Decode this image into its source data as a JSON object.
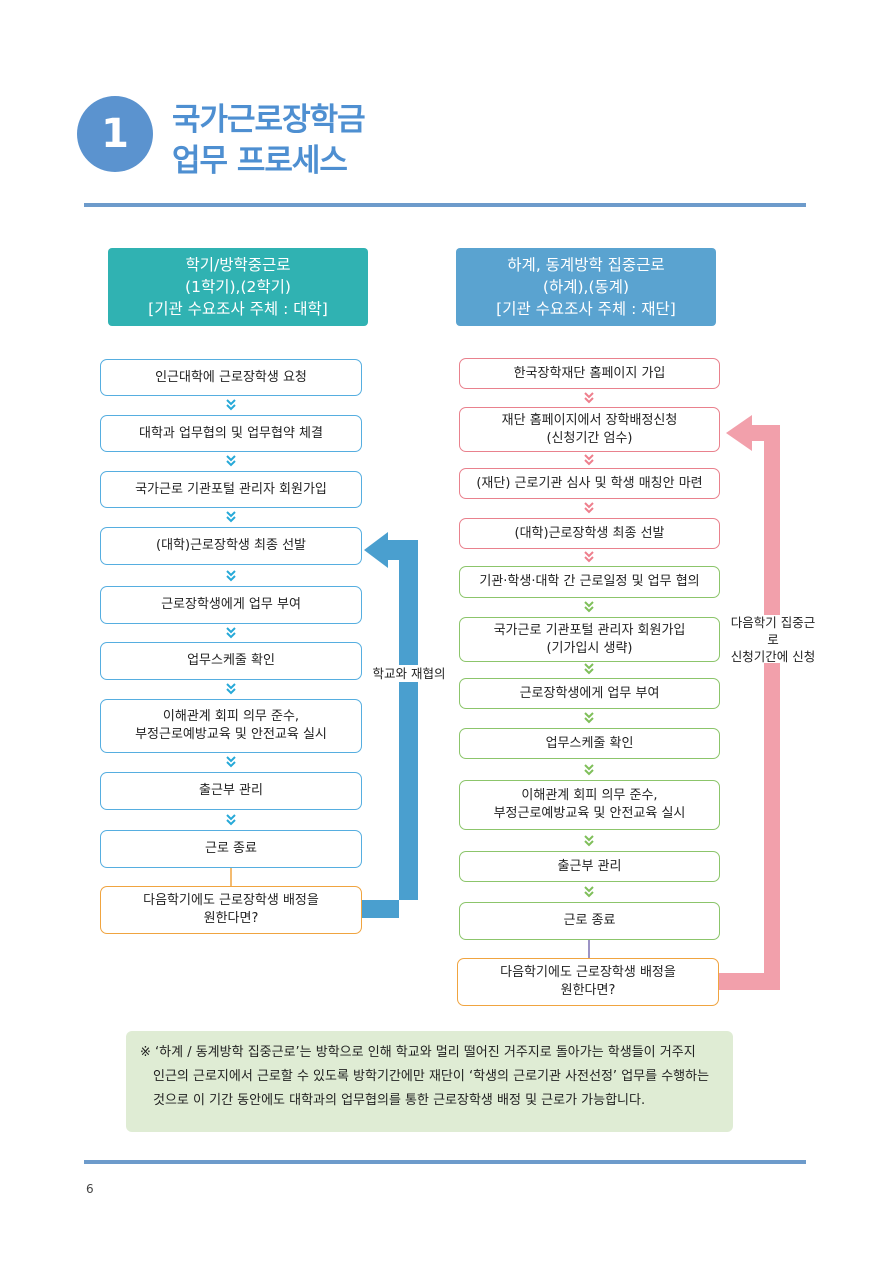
{
  "header": {
    "section_number": "1",
    "title_line1": "국가근로장학금",
    "title_line2": "업무 프로세스"
  },
  "left_column": {
    "header": [
      "학기/방학중근로",
      "(1학기),(2학기)",
      "[기관 수요조사 주체 : 대학]"
    ],
    "steps": [
      "인근대학에 근로장학생 요청",
      "대학과 업무협의 및 업무협약 체결",
      "국가근로 기관포털 관리자 회원가입",
      "(대학)근로장학생 최종 선발",
      "근로장학생에게 업무 부여",
      "업무스케줄 확인",
      "이해관계 회피 의무 준수,",
      "부정근로예방교육 및 안전교육 실시",
      "출근부 관리",
      "근로 종료"
    ],
    "question": [
      "다음학기에도 근로장학생 배정을",
      "원한다면?"
    ],
    "loop_label": "학교와 재협의"
  },
  "right_column": {
    "header": [
      "하계, 동계방학 집중근로",
      "(하계),(동계)",
      "[기관 수요조사 주체 : 재단]"
    ],
    "steps": [
      "한국장학재단 홈페이지 가입",
      "재단 홈페이지에서 장학배정신청",
      "(신청기간 엄수)",
      "(재단) 근로기관 심사 및 학생 매칭안 마련",
      "(대학)근로장학생 최종 선발",
      "기관·학생·대학 간 근로일정 및 업무 협의",
      "국가근로 기관포털 관리자 회원가입",
      "(기가입시 생략)",
      "근로장학생에게 업무 부여",
      "업무스케줄 확인",
      "이해관계 회피 의무 준수,",
      "부정근로예방교육 및 안전교육 실시",
      "출근부 관리",
      "근로 종료"
    ],
    "question": [
      "다음학기에도 근로장학생 배정을",
      "원한다면?"
    ],
    "loop_label": [
      "다음학기 집중근로",
      "신청기간에 신청"
    ]
  },
  "note": {
    "line1": "※ ‘하계 / 동계방학 집중근로’는 방학으로 인해 학교와 멀리 떨어진 거주지로 돌아가는 학생들이 거주지",
    "line2": "인근의 근로지에서 근로할 수 있도록 방학기간에만 재단이 ‘학생의 근로기관 사전선정’ 업무를 수행하는",
    "line3": "것으로 이 기간 동안에도 대학과의 업무협의를 통한 근로장학생 배정 및 근로가 가능합니다."
  },
  "footer": {
    "page_number": "6"
  },
  "colors": {
    "title_blue": "#4e8fd1",
    "left_header_teal": "#30b2b2",
    "right_header_blue": "#5aa3d0",
    "left_box_border": "#56aee0",
    "right_pink_border": "#e9818d",
    "right_green_border": "#8cc56b",
    "question_border": "#f0a440",
    "left_loop_arrow": "#4a9fcf",
    "right_loop_arrow": "#f2a0ab",
    "note_background": "#dfecd4"
  }
}
